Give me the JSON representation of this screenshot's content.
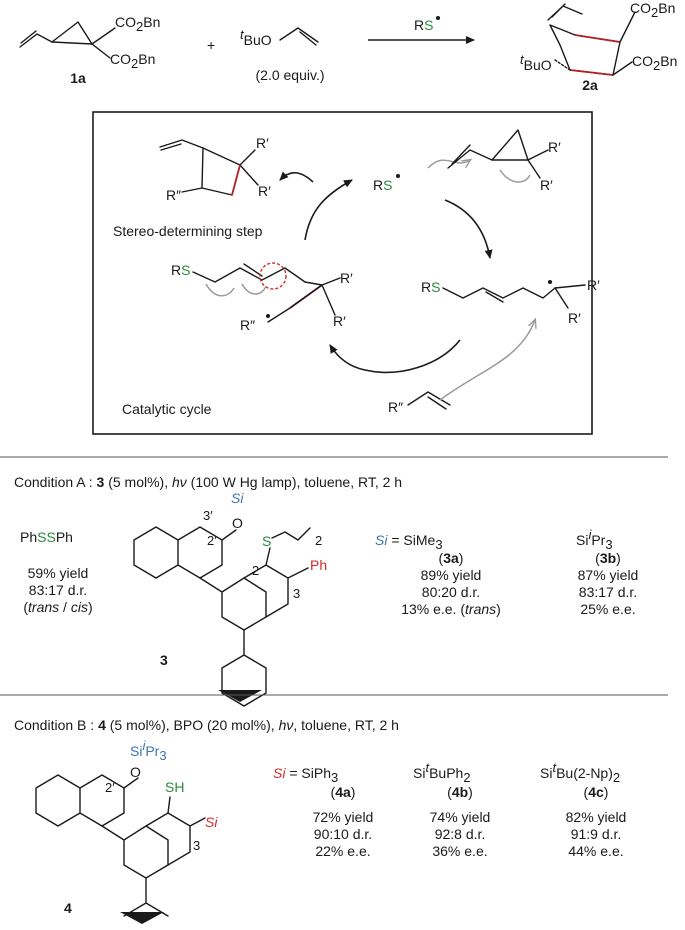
{
  "scheme": {
    "reactant1": {
      "sub1": "CO",
      "sub1b": "2",
      "sub1c": "Bn",
      "sub2": "CO",
      "sub2b": "2",
      "sub2c": "Bn",
      "label": "1a"
    },
    "plus": "+",
    "reactant2": {
      "sup": "t",
      "formula": "BuO",
      "equiv": "(2.0 equiv.)"
    },
    "reagent": {
      "R": "R",
      "S": "S"
    },
    "product": {
      "sub1": "CO",
      "sub1b": "2",
      "sub1c": "Bn",
      "sub2": "CO",
      "sub2b": "2",
      "sub2c": "Bn",
      "sup": "t",
      "formula": "BuO",
      "label": "2a"
    }
  },
  "cycle": {
    "stereo_step": "Stereo-determining step",
    "catalytic": "Catalytic cycle",
    "Rp": "R′",
    "Rpp": "R″",
    "R": "R",
    "S": "S"
  },
  "conditionA": {
    "header_pre": "Condition A : ",
    "header_num": "3",
    "header_mid": " (5 mol%), ",
    "header_hv": "hν",
    "header_post": " (100 W  Hg lamp), toluene, RT, 2 h",
    "phssph": {
      "a": "Ph",
      "b": "SS",
      "c": "Ph"
    },
    "col1": {
      "l1": "59% yield",
      "l2": "83:17 d.r.",
      "l3a": "(",
      "l3b": "trans",
      "l3c": " / ",
      "l3d": "cis",
      "l3e": ")"
    },
    "si_eq": {
      "si": "Si",
      "eq": " =  ",
      "a": "SiMe",
      "a_sub": "3",
      "b": "Si",
      "b_sup": "i",
      "b2": "Pr",
      "b_sub": "3"
    },
    "col_a": {
      "num": "3a",
      "l1": "89% yield",
      "l2": "80:20 d.r.",
      "l3a": "13% e.e. (",
      "l3b": "trans",
      "l3c": ")"
    },
    "col_b": {
      "num": "3b",
      "l1": "87% yield",
      "l2": "83:17 d.r.",
      "l3": "25% e.e."
    },
    "struct": {
      "si": "Si",
      "o": "O",
      "s": "S",
      "sub2": "2",
      "ph": "Ph",
      "n2p": "2′",
      "n3p": "3′",
      "n2": "2",
      "n3": "3",
      "label": "3"
    }
  },
  "conditionB": {
    "header_pre": "Condition B : ",
    "header_num": "4",
    "header_mid": " (5 mol%), BPO (20 mol%), ",
    "header_hv": "hν",
    "header_post": ", toluene, RT, 2 h",
    "si_eq": {
      "si": "Si",
      "eq": " =  ",
      "a": "SiPh",
      "a_sub": "3",
      "b": "Si",
      "b_sup": "t",
      "b2": "BuPh",
      "b_sub": "2",
      "c": "Si",
      "c_sup": "t",
      "c2": "Bu(2-Np)",
      "c_sub": "2"
    },
    "col_a": {
      "num": "4a",
      "l1": "72% yield",
      "l2": "90:10 d.r.",
      "l3": "22% e.e."
    },
    "col_b": {
      "num": "4b",
      "l1": "74% yield",
      "l2": "92:8 d.r.",
      "l3": "36% e.e."
    },
    "col_c": {
      "num": "4c",
      "l1": "82% yield",
      "l2": "91:9 d.r.",
      "l3": "44% e.e."
    },
    "struct": {
      "si": "Si",
      "sip_sup": "i",
      "sip": "Pr",
      "sip_sub": "3",
      "o": "O",
      "sh": "SH",
      "n2p": "2′",
      "n3": "3",
      "label": "4"
    }
  }
}
